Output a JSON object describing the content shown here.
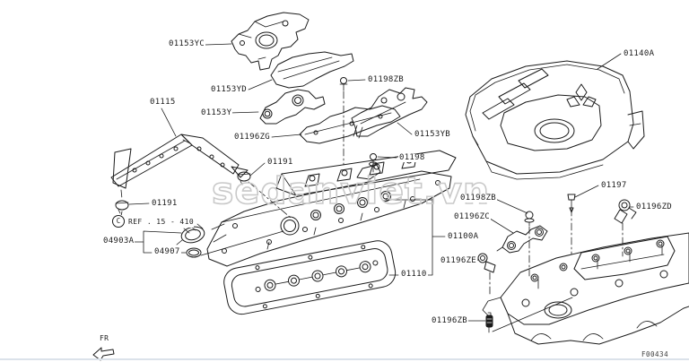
{
  "diagram": {
    "figure_code": "F00434",
    "orientation_label": "FR",
    "ref_symbol": "C",
    "ref_text": "REF . 15 - 410",
    "watermark": "sedanviet.vn",
    "colors": {
      "line": "#1b1b1b",
      "watermark_outline": "#c9c9c9",
      "background": "#ffffff",
      "footer_line": "#dbe2ea"
    }
  },
  "labels": {
    "p01153YC": "01153YC",
    "p01153YD": "01153YD",
    "p01115": "01115",
    "p01153Y": "01153Y",
    "p01196ZG": "01196ZG",
    "p01198ZB_top": "01198ZB",
    "p01153YB": "01153YB",
    "p01191_upper": "01191",
    "p01198": "01198",
    "p01140A": "01140A",
    "p01191_lower": "01191",
    "p04903A": "04903A",
    "p04907": "04907",
    "p01100A": "01100A",
    "p01110": "01110",
    "p01198ZB_right": "01198ZB",
    "p01196ZC": "01196ZC",
    "p01196ZE": "01196ZE",
    "p01196ZB": "01196ZB",
    "p01197": "01197",
    "p01196ZD": "01196ZD"
  }
}
